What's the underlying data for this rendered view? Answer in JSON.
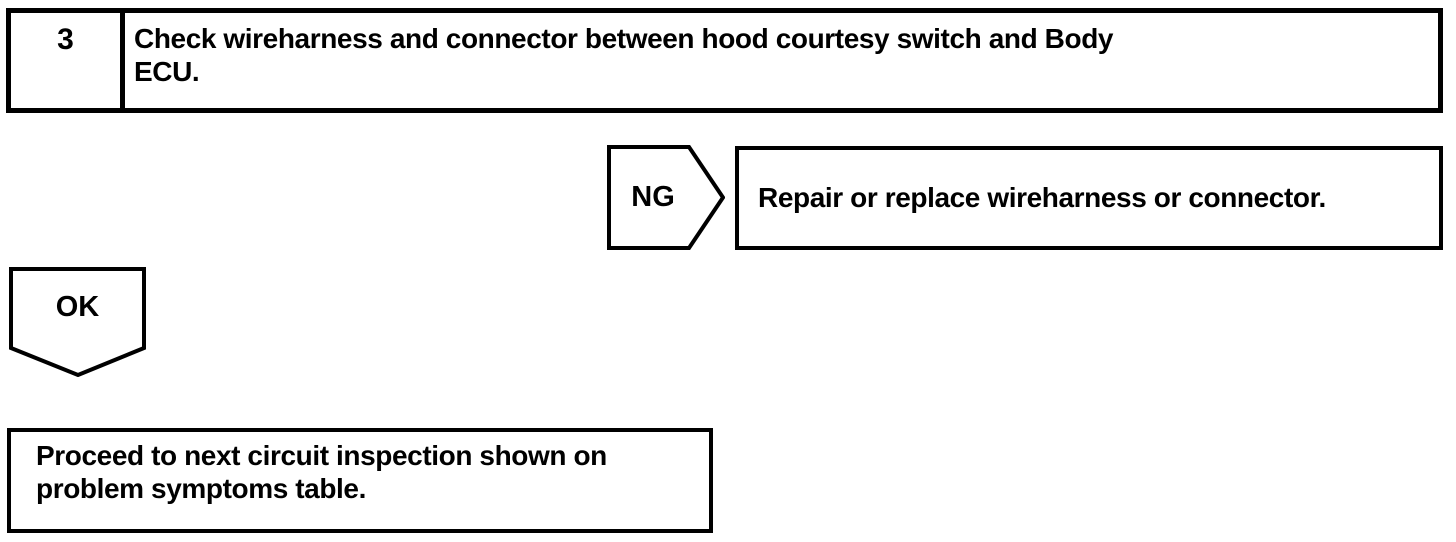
{
  "step": {
    "number": "3",
    "instruction_lines": [
      "Check wireharness and connector between hood courtesy switch and Body",
      "ECU."
    ]
  },
  "ng_branch": {
    "label": "NG",
    "action": "Repair or replace wireharness or connector."
  },
  "ok_branch": {
    "label": "OK",
    "action_lines": [
      "Proceed to next circuit inspection shown on",
      "problem symptoms table."
    ]
  },
  "colors": {
    "ink": "#000000",
    "background": "#ffffff"
  }
}
